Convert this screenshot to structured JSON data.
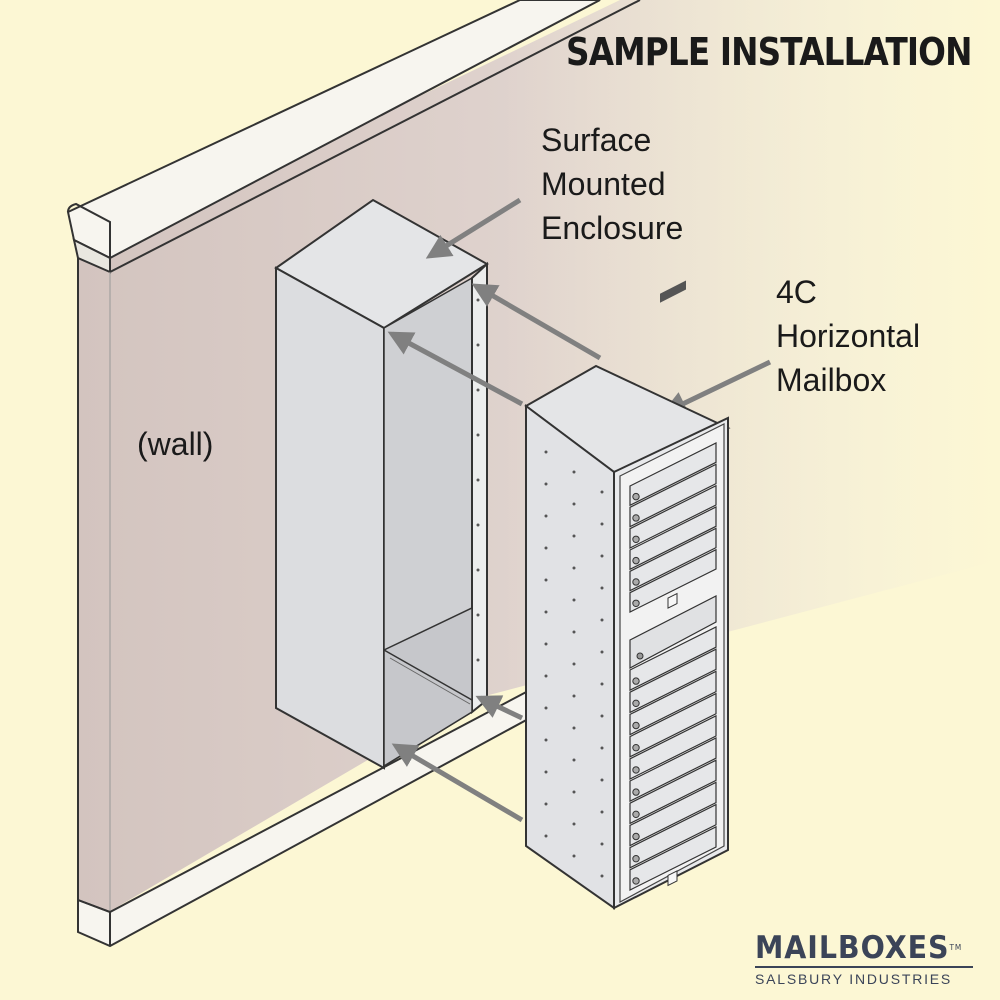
{
  "title": "SAMPLE INSTALLATION",
  "labels": {
    "enclosure": [
      "Surface",
      "Mounted",
      "Enclosure"
    ],
    "mailbox": [
      "4C",
      "Horizontal",
      "Mailbox"
    ],
    "wall": "(wall)"
  },
  "brand": {
    "name": "MAILBOXES",
    "trademark": "TM",
    "tagline": "SALSBURY INDUSTRIES"
  },
  "colors": {
    "background": "#fcf7d4",
    "wall": "#d9cbc6",
    "box": "#dfe0e2",
    "arrow": "#808080",
    "brand": "#3b4458"
  },
  "diagram": {
    "mailbox_doors": 16,
    "parcel_doors": 0
  }
}
